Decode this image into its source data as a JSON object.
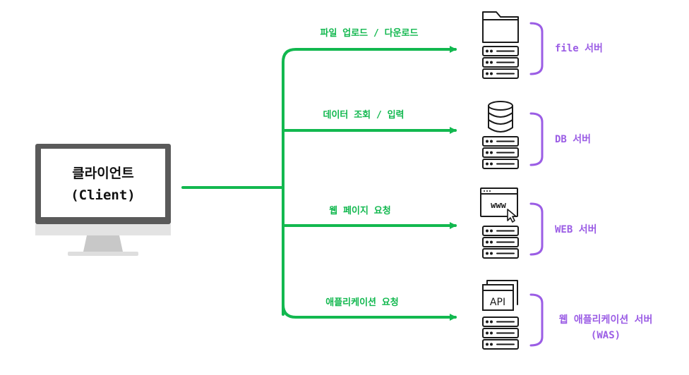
{
  "client": {
    "line1": "클라이언트",
    "line2": "(Client)",
    "icon": "monitor-icon"
  },
  "routes": [
    {
      "label": "파일 업로드 / 다운로드",
      "icon": "folder-icon",
      "server_label": "file 서버",
      "server_label_line2": ""
    },
    {
      "label": "데이터 조회 / 입력",
      "icon": "database-icon",
      "server_label": "DB 서버",
      "server_label_line2": ""
    },
    {
      "label": "웹 페이지 요청",
      "icon": "web-browser-icon",
      "icon_text": "www",
      "server_label": "WEB 서버",
      "server_label_line2": ""
    },
    {
      "label": "애플리케이션 요청",
      "icon": "api-window-icon",
      "icon_text": "API",
      "server_label": "웹 애플리케이션 서버",
      "server_label_line2": "(WAS)"
    }
  ],
  "colors": {
    "connector": "#12b84f",
    "server_label": "#9b5de5",
    "bracket": "#9b5de5",
    "monitor_frame": "#5a5a5a",
    "monitor_stand": "#d8d8d8",
    "icon_ink": "#1a1a1a"
  }
}
